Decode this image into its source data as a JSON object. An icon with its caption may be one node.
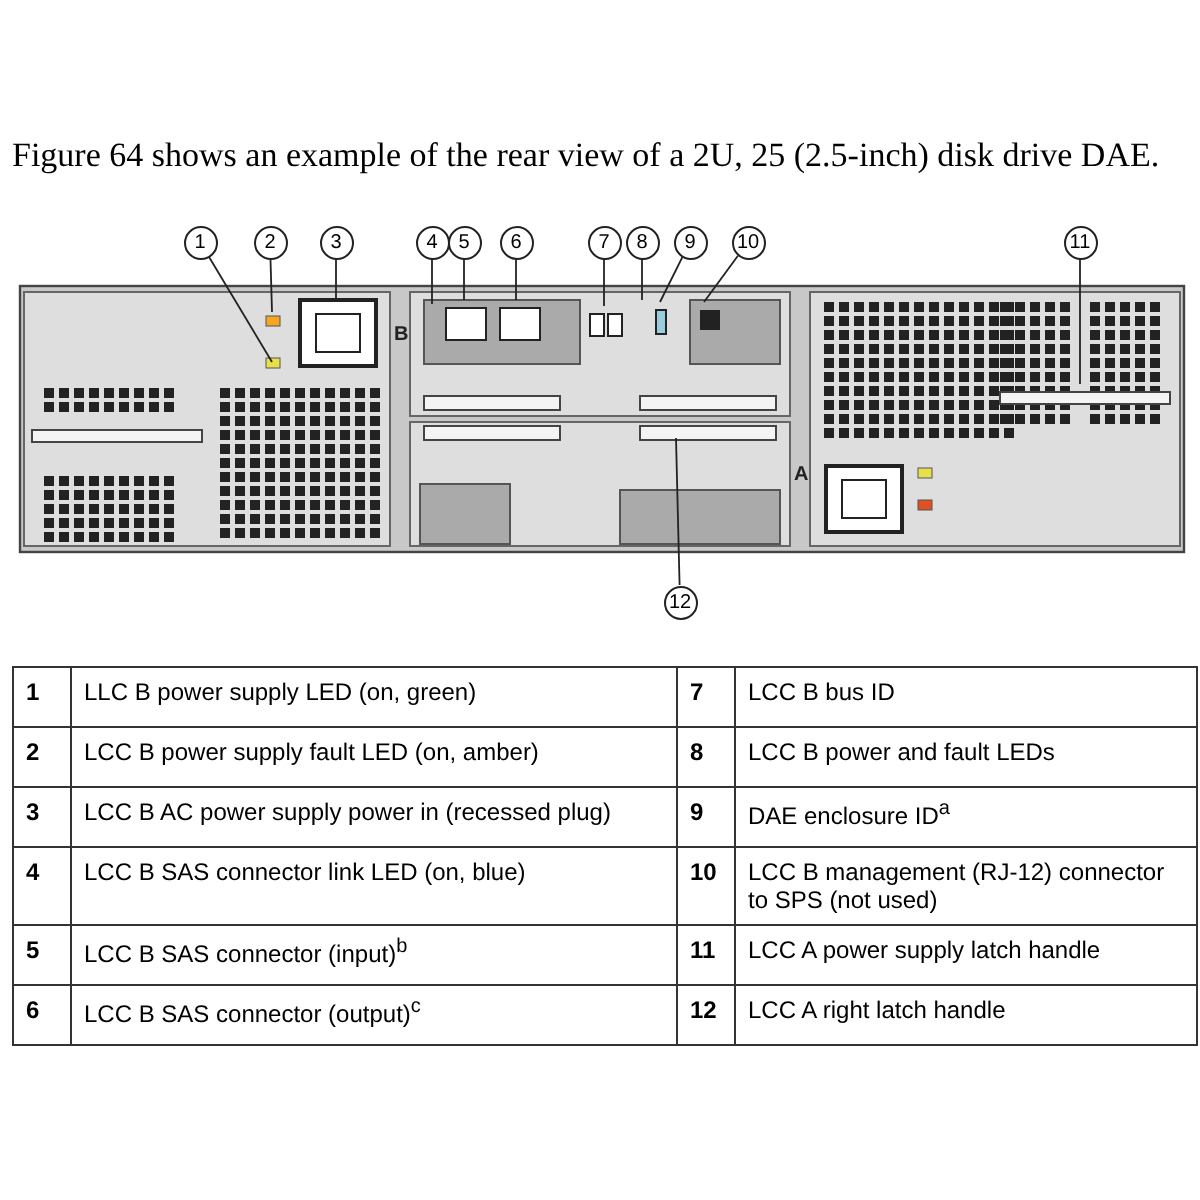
{
  "diagram": {
    "title": "Figure 64 shows an example of the rear view of a 2U, 25 (2.5-inch) disk drive DAE.",
    "nodes": [
      {
        "text": [
          "1"
        ]
      },
      {
        "text": [
          "2"
        ]
      },
      {
        "text": [
          "3"
        ]
      },
      {
        "text": [
          "4"
        ]
      },
      {
        "text": [
          "5"
        ]
      },
      {
        "text": [
          "6"
        ]
      },
      {
        "text": [
          "7"
        ]
      },
      {
        "text": [
          "8"
        ]
      },
      {
        "text": [
          "9"
        ]
      },
      {
        "text": [
          "10"
        ]
      },
      {
        "text": [
          "11"
        ]
      },
      {
        "text": [
          "12"
        ]
      }
    ],
    "edges": [
      {
        "from": 0,
        "to": null,
        "arrow": "none"
      },
      {
        "from": 1,
        "to": null,
        "arrow": "none"
      },
      {
        "from": 2,
        "to": null,
        "arrow": "none"
      },
      {
        "from": 3,
        "to": null,
        "arrow": "none"
      },
      {
        "from": 4,
        "to": null,
        "arrow": "none"
      },
      {
        "from": 5,
        "to": null,
        "arrow": "none"
      },
      {
        "from": 6,
        "to": null,
        "arrow": "none"
      },
      {
        "from": 7,
        "to": null,
        "arrow": "none"
      },
      {
        "from": 8,
        "to": null,
        "arrow": "none"
      },
      {
        "from": 9,
        "to": null,
        "arrow": "none"
      },
      {
        "from": 10,
        "to": null,
        "arrow": "none"
      },
      {
        "from": 11,
        "to": null,
        "arrow": "none"
      }
    ],
    "labels": [
      "B",
      "A",
      "1",
      "LLC B power supply LED (on, green)",
      "7",
      "LCC B bus ID",
      "2",
      "LCC B power supply fault LED (on, amber)",
      "8",
      "LCC B power and fault LEDs",
      "3",
      "LCC B AC power supply power in (recessed plug)",
      "9",
      "DAE enclosure ID$^{a}$",
      "4",
      "LCC B SAS connector link LED (on, blue)",
      "10",
      "LCC B management (RJ-12) connector to SPS (not used)",
      "5",
      "LCC B SAS connector (input)$^{b}$",
      "11",
      "LCC A power supply latch handle",
      "6",
      "LCC B SAS connector (output)$^{c}$",
      "12",
      "LCC A right latch handle"
    ]
  }
}
